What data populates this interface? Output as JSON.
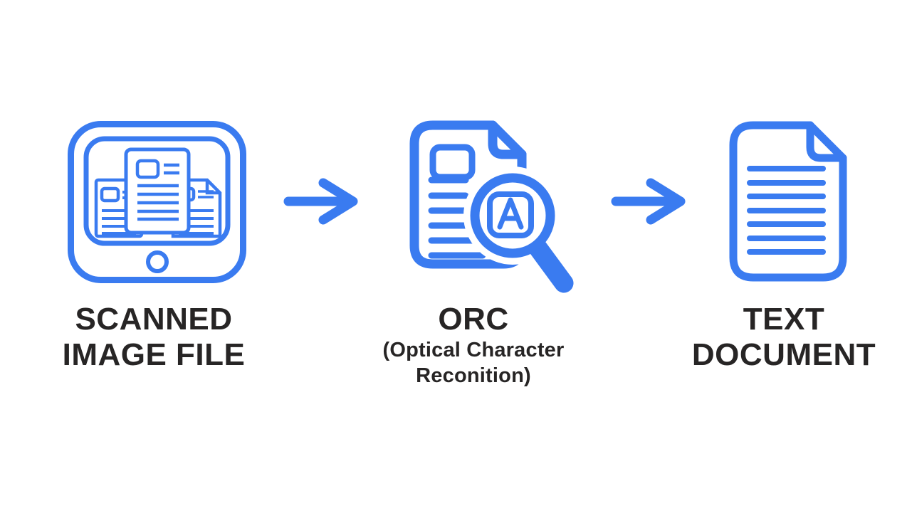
{
  "background": "#FFFFFF",
  "colors": {
    "accent_blue": "#3A7BF0",
    "text_dark": "#272525"
  },
  "steps": [
    {
      "id": "scanned-image-file",
      "icon": "tablet-documents-icon",
      "title_line1": "SCANNED",
      "title_line2": "IMAGE FILE"
    },
    {
      "id": "ocr",
      "icon": "document-magnifier-icon",
      "title_line1": "ORC",
      "subtitle_line1": "(Optical Character",
      "subtitle_line2": "Reconition)"
    },
    {
      "id": "text-document",
      "icon": "document-lines-icon",
      "title_line1": "TEXT",
      "title_line2": "DOCUMENT"
    }
  ],
  "connectors": [
    {
      "icon": "arrow-right-icon"
    },
    {
      "icon": "arrow-right-icon"
    }
  ]
}
